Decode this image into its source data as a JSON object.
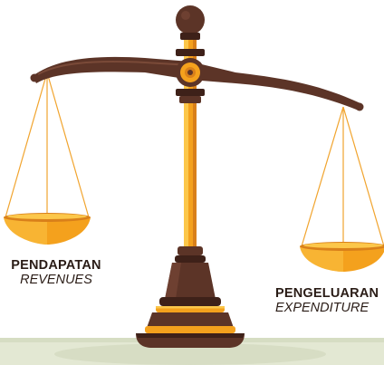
{
  "labels": {
    "left": {
      "main": "PENDAPATAN",
      "sub": "REVENUES"
    },
    "right": {
      "main": "PENGELUARAN",
      "sub": "EXPENDITURE"
    }
  },
  "colors": {
    "wood": "#5c3427",
    "wood_dark": "#3e2119",
    "gold": "#f4a11d",
    "gold_light": "#fcc74a",
    "gold_dark": "#d9801a",
    "floor": "#dfe5ce",
    "string": "#f1a42e"
  }
}
